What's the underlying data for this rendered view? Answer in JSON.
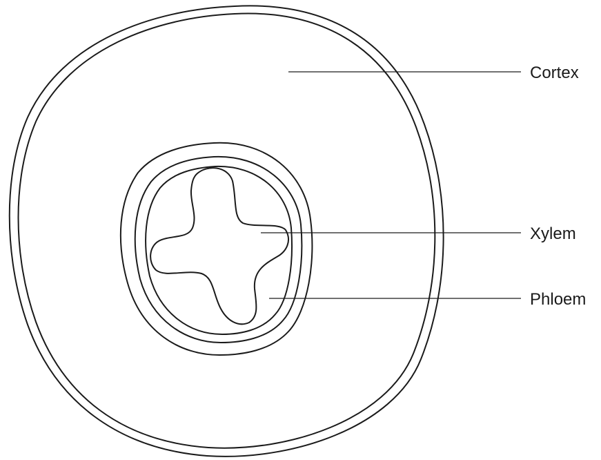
{
  "labels": {
    "cortex": "Cortex",
    "xylem": "Xylem",
    "phloem": "Phloem"
  },
  "colors": {
    "line": "#1a1a1a",
    "background": "#ffffff"
  }
}
